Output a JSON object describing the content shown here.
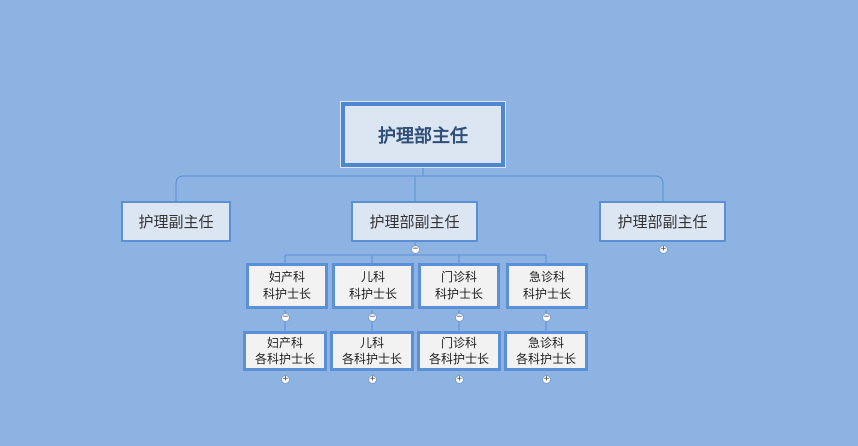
{
  "root": {
    "label": "护理部主任"
  },
  "level1": [
    {
      "label": "护理副主任"
    },
    {
      "label": "护理部副主任",
      "toggle": "−"
    },
    {
      "label": "护理部副主任",
      "toggle": "+"
    }
  ],
  "level2": [
    {
      "line1": "妇产科",
      "line2": "科护士长",
      "toggle": "−"
    },
    {
      "line1": "儿科",
      "line2": "科护士长",
      "toggle": "−"
    },
    {
      "line1": "门诊科",
      "line2": "科护士长",
      "toggle": "−"
    },
    {
      "line1": "急诊科",
      "line2": "科护士长",
      "toggle": "−"
    }
  ],
  "level3": [
    {
      "line1": "妇产科",
      "line2": "各科护士长",
      "toggle": "+"
    },
    {
      "line1": "儿科",
      "line2": "各科护士长",
      "toggle": "+"
    },
    {
      "line1": "门诊科",
      "line2": "各科护士长",
      "toggle": "+"
    },
    {
      "line1": "急诊科",
      "line2": "各科护士长",
      "toggle": "+"
    }
  ],
  "colors": {
    "background": "#8db3e2",
    "connector": "#5b8fd6",
    "node_border": "#5b8fd6",
    "root_fill": "#dce6f2",
    "leaf_fill": "#f2f2f2"
  }
}
